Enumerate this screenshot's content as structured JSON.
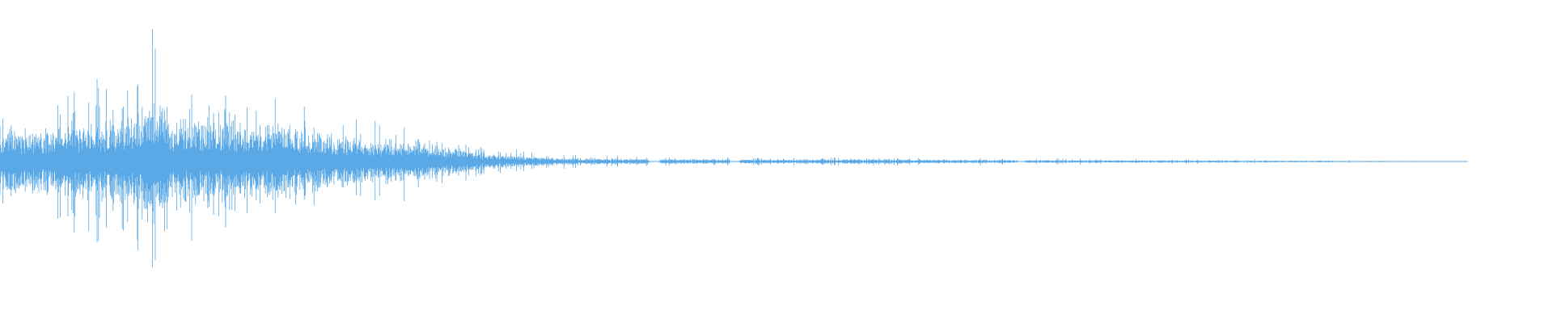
{
  "waveform": {
    "color": "#5aa9e6",
    "background": "#ffffff",
    "amplitude_envelope": [
      [
        0.0,
        0.4
      ],
      [
        0.01,
        0.5
      ],
      [
        0.03,
        0.48
      ],
      [
        0.05,
        0.55
      ],
      [
        0.07,
        0.6
      ],
      [
        0.09,
        0.7
      ],
      [
        0.1,
        0.97
      ],
      [
        0.11,
        0.55
      ],
      [
        0.12,
        0.62
      ],
      [
        0.14,
        0.58
      ],
      [
        0.16,
        0.52
      ],
      [
        0.18,
        0.55
      ],
      [
        0.2,
        0.45
      ],
      [
        0.22,
        0.38
      ],
      [
        0.24,
        0.35
      ],
      [
        0.26,
        0.32
      ],
      [
        0.28,
        0.25
      ],
      [
        0.3,
        0.18
      ],
      [
        0.31,
        0.12
      ],
      [
        0.32,
        0.1
      ],
      [
        0.33,
        0.09
      ],
      [
        0.35,
        0.06
      ],
      [
        0.37,
        0.05
      ],
      [
        0.4,
        0.04
      ],
      [
        0.45,
        0.035
      ],
      [
        0.5,
        0.03
      ],
      [
        0.55,
        0.035
      ],
      [
        0.6,
        0.03
      ],
      [
        0.65,
        0.025
      ],
      [
        0.7,
        0.02
      ],
      [
        0.75,
        0.018
      ],
      [
        0.8,
        0.015
      ],
      [
        0.85,
        0.012
      ],
      [
        0.88,
        0.008
      ],
      [
        0.92,
        0.004
      ],
      [
        0.94,
        0.002
      ],
      [
        0.945,
        0.0
      ]
    ],
    "silent_gaps": [
      [
        0.418,
        0.425
      ],
      [
        0.47,
        0.476
      ],
      [
        0.655,
        0.66
      ]
    ]
  }
}
